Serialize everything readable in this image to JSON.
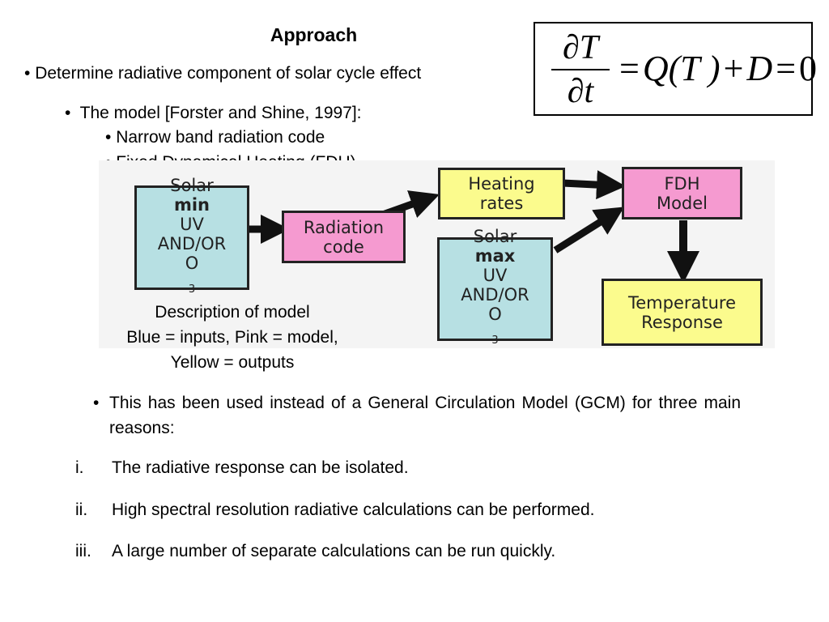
{
  "title": "Approach",
  "bullets": {
    "main": "Determine radiative component of solar cycle effect",
    "model": "The model [Forster and Shine, 1997]:",
    "sub1": "Narrow band radiation code",
    "sub2": "Fixed Dynamical Heating (FDH)"
  },
  "equation": {
    "numerator": "∂T",
    "denominator": "∂t",
    "rhs_eq": "=",
    "q": "Q(T )",
    "plus": "+",
    "d": "D",
    "eq2": "=",
    "zero": "0"
  },
  "diagram": {
    "solar_min": {
      "line1a": "Solar ",
      "line1b": "min",
      "line2": "UV",
      "line3": "AND/OR",
      "line4a": "O",
      "line4b": "3"
    },
    "radiation_code": {
      "line1": "Radiation",
      "line2": "code"
    },
    "heating_rates": {
      "line1": "Heating",
      "line2": "rates"
    },
    "fdh_model": {
      "line1": "FDH",
      "line2": "Model"
    },
    "solar_max": {
      "line1a": "Solar ",
      "line1b": "max",
      "line2": "UV",
      "line3": "AND/OR",
      "line4a": "O",
      "line4b": "3"
    },
    "temperature_response": {
      "line1": "Temperature",
      "line2": "Response"
    },
    "colors": {
      "inputs": "#b7e0e3",
      "model": "#f59ad0",
      "outputs": "#fbfb8d"
    }
  },
  "caption": {
    "line1": "Description of model",
    "line2": "Blue = inputs, Pink = model,",
    "line3": "Yellow = outputs"
  },
  "gcm_paragraph": "This has been used instead of a General Circulation Model (GCM) for three main reasons:",
  "reasons": [
    {
      "num": "i.",
      "text": "The radiative response can be isolated."
    },
    {
      "num": "ii.",
      "text": "High spectral resolution radiative calculations can be performed."
    },
    {
      "num": "iii.",
      "text": "A large number of separate calculations can be run quickly."
    }
  ]
}
